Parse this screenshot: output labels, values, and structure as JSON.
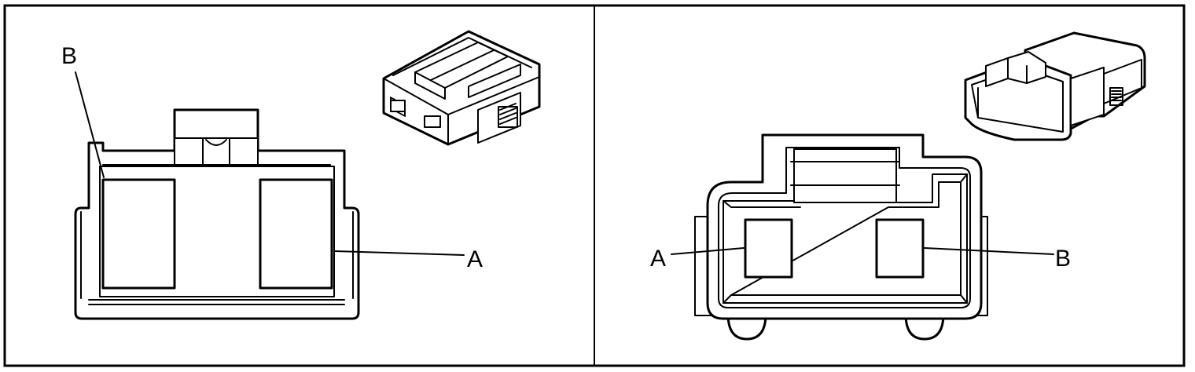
{
  "left_panel": {
    "label_b": "B",
    "label_a": "A"
  },
  "right_panel": {
    "label_a": "A",
    "label_b": "B"
  }
}
